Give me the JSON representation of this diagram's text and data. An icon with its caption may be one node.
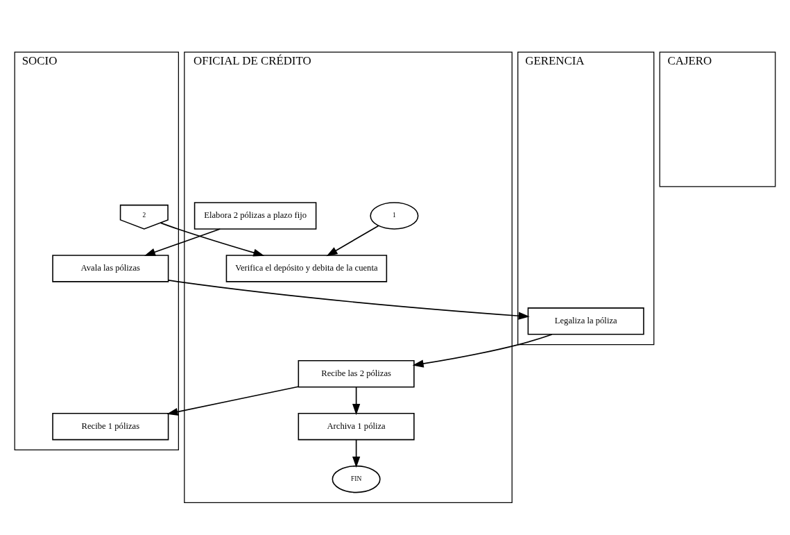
{
  "diagram": {
    "nodes": [
      {
        "text": [
          "SOCIO"
        ]
      },
      {
        "text": [
          "OFICIAL DE CRÉDITO"
        ]
      },
      {
        "text": [
          "CAJERO"
        ]
      },
      {
        "text": [
          "GERENCIA"
        ]
      },
      {
        "text": [
          "2"
        ],
        "in": 0
      },
      {
        "text": [
          "1"
        ],
        "in": 1
      },
      {
        "text": [
          "Verifica el depósito y debita de la cuenta"
        ],
        "in": 1
      },
      {
        "text": [
          "Avala las pólizas"
        ],
        "in": 0
      },
      {
        "text": [
          "Elabora 2 pólizas a plazo fijo"
        ],
        "in": 1
      },
      {
        "text": [
          "Legaliza la póliza"
        ],
        "in": 3
      },
      {
        "text": [
          "Recibe 1 pólizas"
        ],
        "in": 0
      },
      {
        "text": [
          "Recibe las 2 pólizas"
        ],
        "in": 1
      },
      {
        "text": [
          "Archiva 1 póliza"
        ],
        "in": 1
      },
      {
        "text": [
          "FIN"
        ],
        "in": 1
      }
    ],
    "edges": [
      {
        "from": 4,
        "to": 6,
        "arrow": "to"
      },
      {
        "from": 5,
        "to": 6,
        "arrow": "to"
      },
      {
        "from": 8,
        "to": 7,
        "arrow": "to"
      },
      {
        "from": 7,
        "to": 9,
        "arrow": "to"
      },
      {
        "from": 9,
        "to": 11,
        "arrow": "to"
      },
      {
        "from": 11,
        "to": 10,
        "arrow": "to"
      },
      {
        "from": 11,
        "to": 12,
        "arrow": "to"
      },
      {
        "from": 12,
        "to": 13,
        "arrow": "to"
      }
    ]
  }
}
